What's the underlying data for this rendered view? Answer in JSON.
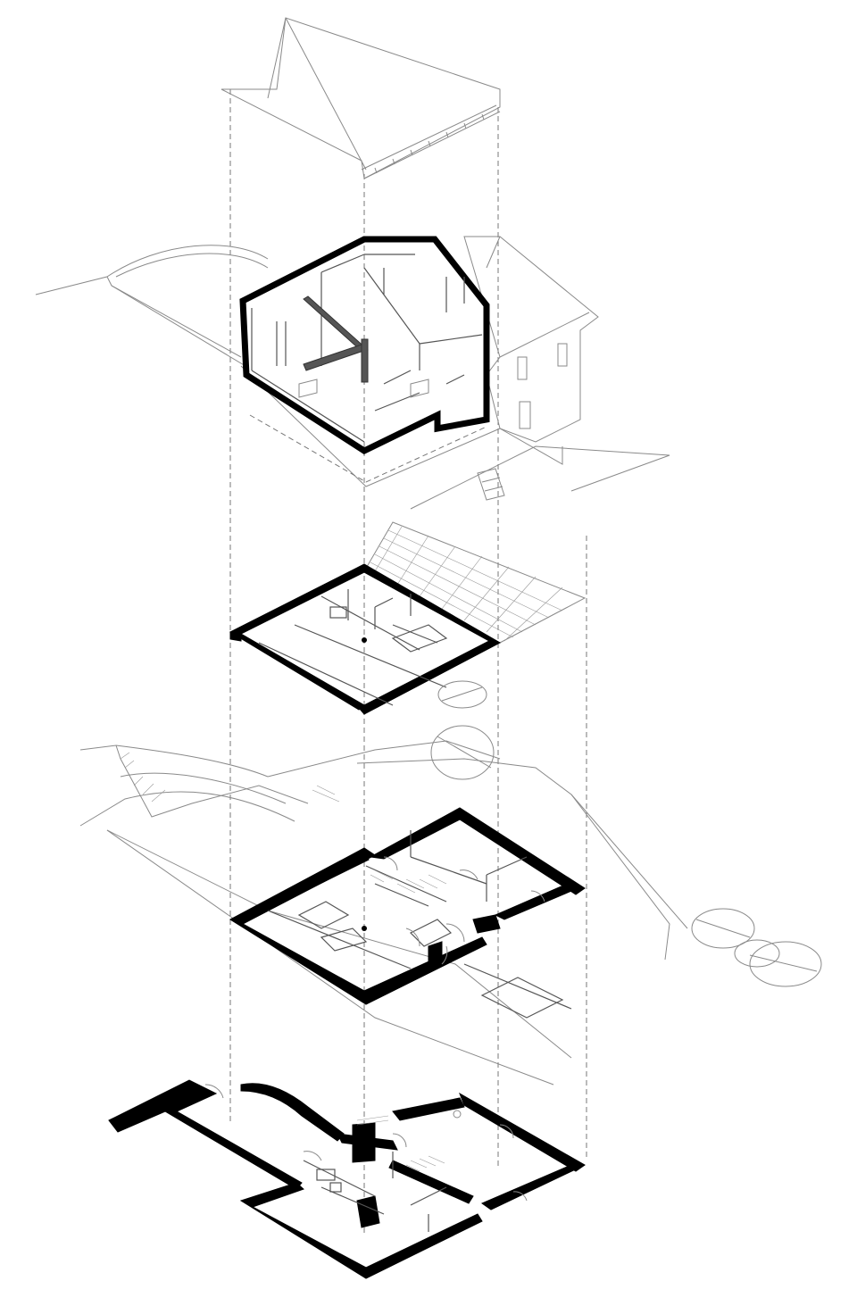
{
  "diagram": {
    "type": "exploded-axonometric",
    "layers": [
      {
        "id": "roof"
      },
      {
        "id": "section-volume"
      },
      {
        "id": "attic-floor"
      },
      {
        "id": "ground-floor"
      },
      {
        "id": "basement-floor"
      }
    ],
    "colors": {
      "wall": "#000000",
      "line": "#8a8a8a",
      "background": "#ffffff"
    }
  }
}
